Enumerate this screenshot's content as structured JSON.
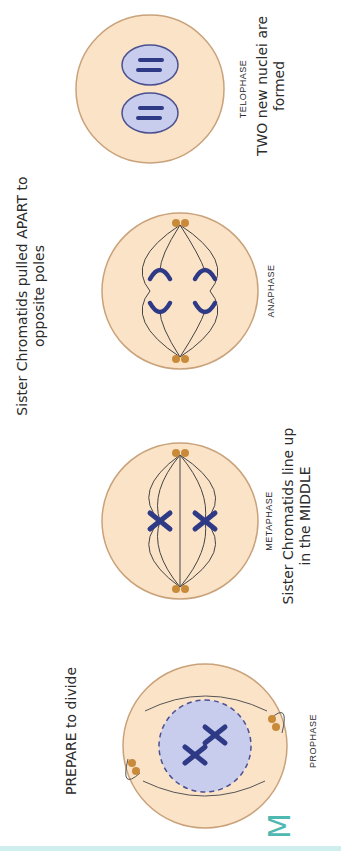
{
  "diagram": {
    "nodes": [
      {
        "text": [
          "PREPARE to divide",
          "PROPHASE"
        ]
      },
      {
        "text": [
          "METAPHASE",
          "Sister Chromatids line up in the MIDDLE"
        ]
      },
      {
        "text": [
          "Sister Chromatids pulled APART to opposite poles",
          "ANAPHASE"
        ]
      },
      {
        "text": [
          "TELOPHASE",
          "TWO new nuclei are formed"
        ]
      }
    ],
    "labels": [
      "M"
    ]
  }
}
